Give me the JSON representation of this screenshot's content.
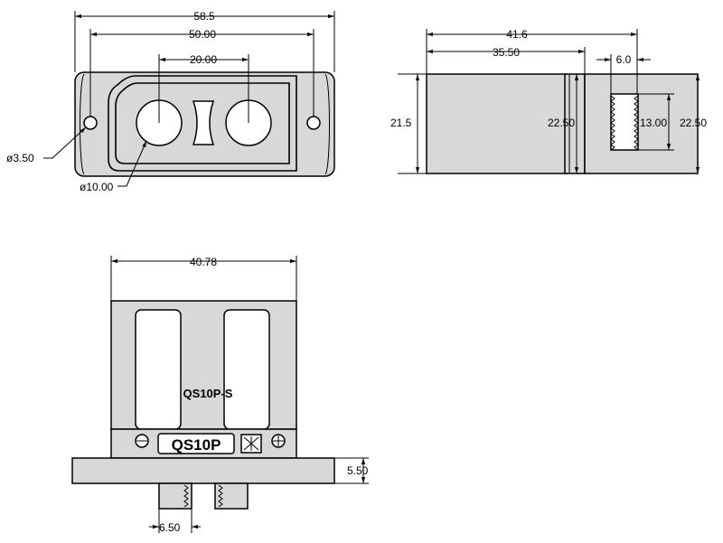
{
  "front_view": {
    "overall_width": "58.5",
    "hole_spacing": "50.00",
    "pin_spacing": "20.00",
    "mount_hole_dia": "ø3.50",
    "pin_dia": "ø10.00"
  },
  "side_view": {
    "overall_length": "41.6",
    "body_length": "35.50",
    "tail_length": "6.0",
    "body_height": "21.5",
    "flange_height": "22.50",
    "tail_height": "13.00",
    "rear_height": "22.50"
  },
  "top_view": {
    "body_width": "40.78",
    "model_label": "QS10P-S",
    "badge_label": "QS10P",
    "base_thickness": "5.50",
    "tab_width": "6.50"
  },
  "colors": {
    "fill": "#d8d8d8",
    "line": "#000000"
  }
}
